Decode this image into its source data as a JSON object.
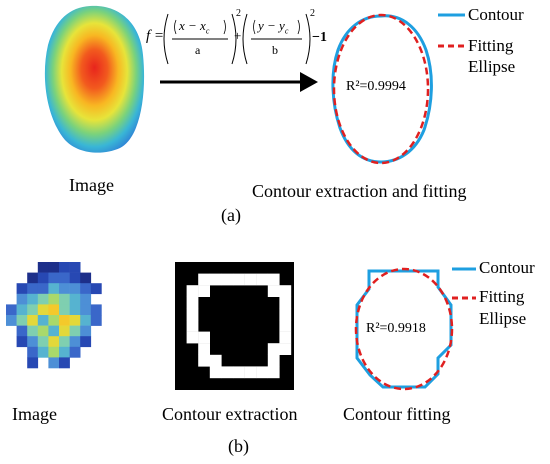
{
  "panel_a": {
    "formula": {
      "lhs": "f =",
      "term1_num": "x − x",
      "term1_sub": "c",
      "term1_den": "a",
      "term2_num": "y − y",
      "term2_sub": "c",
      "term2_den": "b",
      "exponent": "2",
      "tail": "−1"
    },
    "r2": "R²=0.9994",
    "legend": {
      "contour": "Contour",
      "fitting_line1": "Fitting",
      "fitting_line2": "Ellipse"
    },
    "caption_image": "Image",
    "caption_fit": "Contour extraction and fitting",
    "label": "(a)"
  },
  "panel_b": {
    "r2": "R²=0.9918",
    "legend": {
      "contour": "Contour",
      "fitting_line1": "Fitting",
      "fitting_line2": "Ellipse"
    },
    "caption_image": "Image",
    "caption_extraction": "Contour extraction",
    "caption_fit": "Contour fitting",
    "label": "(b)"
  },
  "colors": {
    "contour": "#1e9fe0",
    "fitting": "#e02020",
    "heat_core": "#e8251d",
    "heat_edge": "#2b6fd6"
  }
}
